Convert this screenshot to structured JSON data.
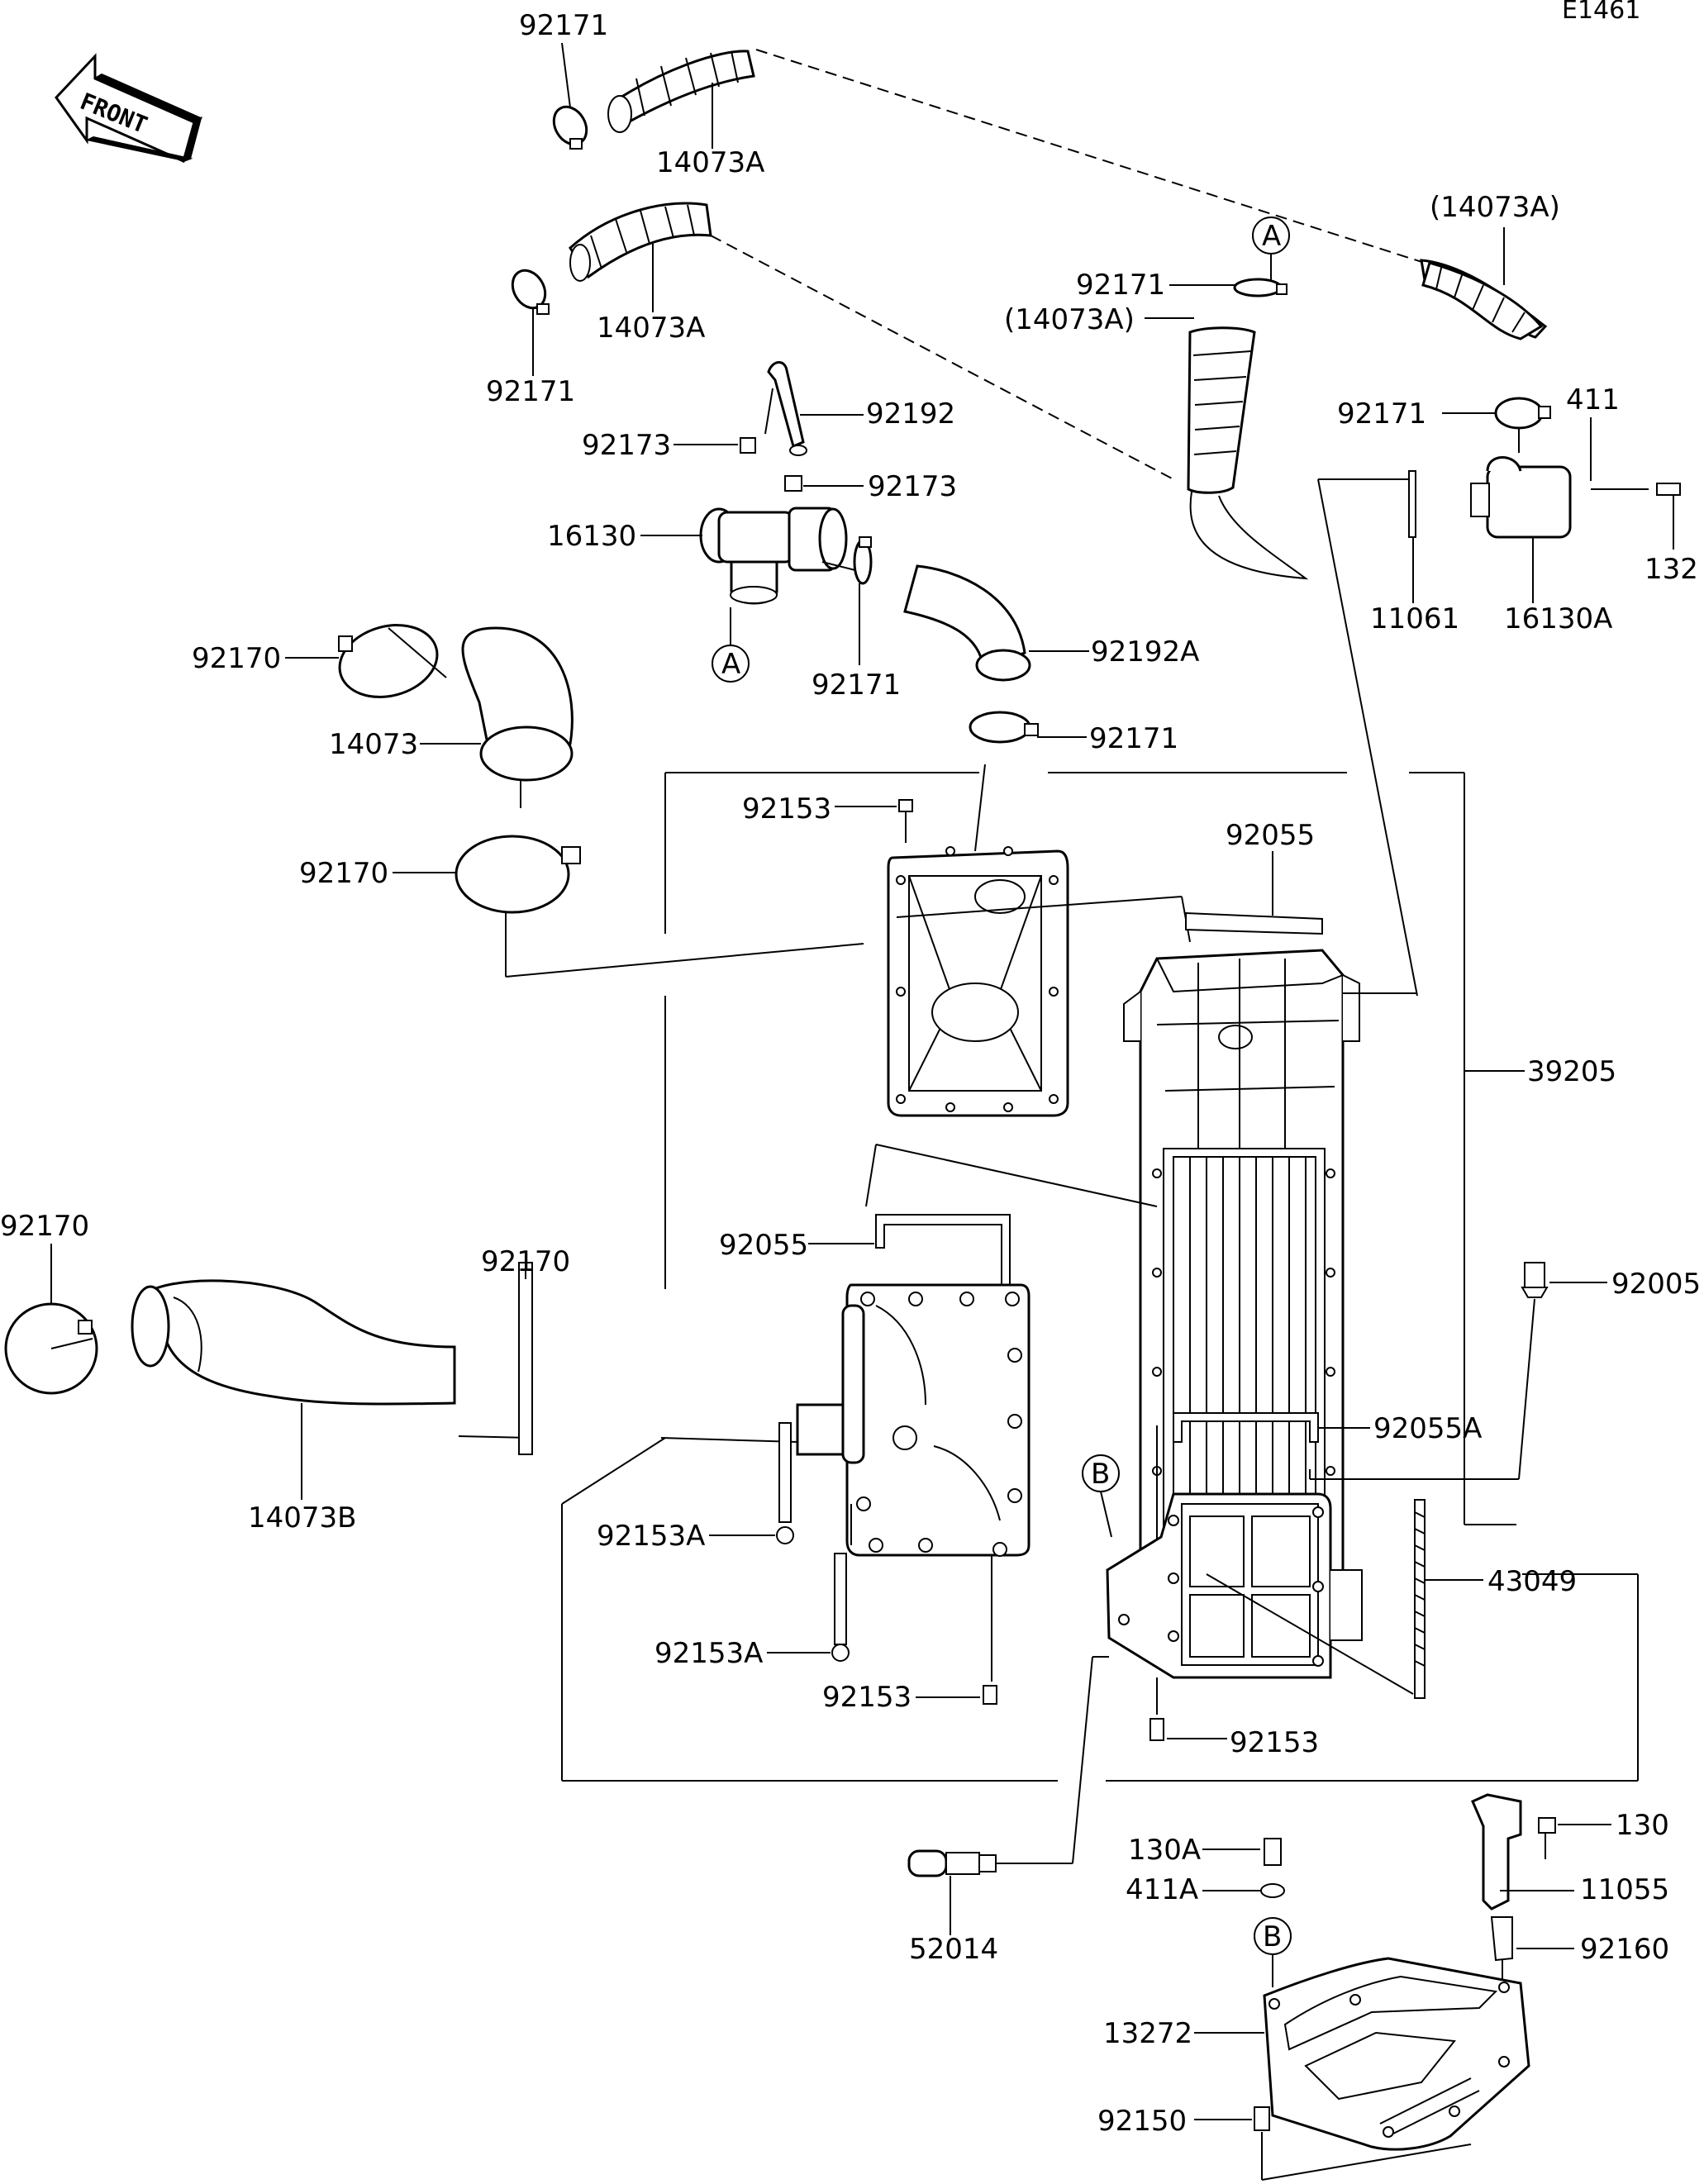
{
  "diagram_code": "E1461",
  "front_label": "FRONT",
  "callouts": {
    "A": "A",
    "B": "B"
  },
  "parts": {
    "p92171_top": "92171",
    "p14073A_top": "14073A",
    "p14073A_paren_right": "(14073A)",
    "p92171_A": "92171",
    "p14073A_mid": "14073A",
    "p92171_left": "92171",
    "p14073A_paren_mid": "(14073A)",
    "p92192": "92192",
    "p92173_left": "92173",
    "p92173_right": "92173",
    "p92171_right": "92171",
    "p411": "411",
    "p16130": "16130",
    "p132": "132",
    "p11061": "11061",
    "p16130A": "16130A",
    "p92170_a": "92170",
    "p92171_b": "92171",
    "p92192A": "92192A",
    "p14073": "14073",
    "p92171_c": "92171",
    "p92153_top": "92153",
    "p92055_top": "92055",
    "p92170_b": "92170",
    "p39205": "39205",
    "p92170_c": "92170",
    "p92170_d": "92170",
    "p92055_mid": "92055",
    "p92005": "92005",
    "p92055A": "92055A",
    "p14073B": "14073B",
    "p92153A_a": "92153A",
    "p43049": "43049",
    "p92153A_b": "92153A",
    "p92153_b": "92153",
    "p92153_c": "92153",
    "p130A": "130A",
    "p130": "130",
    "p411A": "411A",
    "p11055": "11055",
    "p52014": "52014",
    "p92160": "92160",
    "p13272": "13272",
    "p92150": "92150"
  }
}
